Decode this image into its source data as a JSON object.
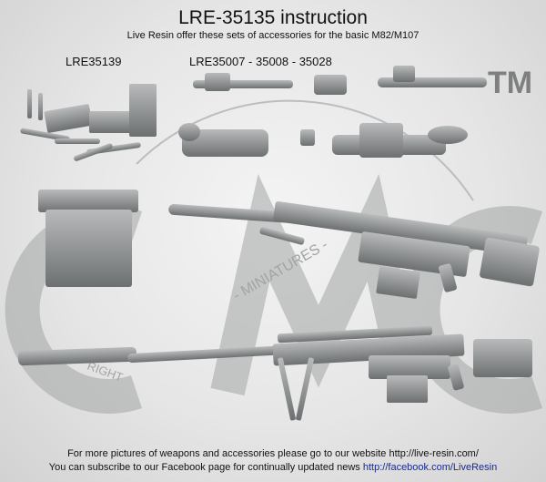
{
  "header": {
    "title": "LRE-35135 instruction",
    "subtitle": "Live Resin offer these sets of accessories for the basic M82/M107"
  },
  "labels": {
    "set_ammo": "LRE35139",
    "set_scopes": "LRE35007 - 35008 - 35028"
  },
  "watermark": {
    "logo_letters": "CMC",
    "trademark": "TM",
    "ring_text": "RIGHT MINIATURES"
  },
  "footer": {
    "line1": "For more pictures of weapons and accessories please go to our website http://live-resin.com/",
    "line2_text": "You can subscribe to our Facebook page for continually updated news ",
    "line2_link": "http://facebook.com/LiveResin"
  },
  "colors": {
    "background": "#e8e8e8",
    "model_gray": "#8a8d8e",
    "watermark": "#9ea0a0"
  }
}
